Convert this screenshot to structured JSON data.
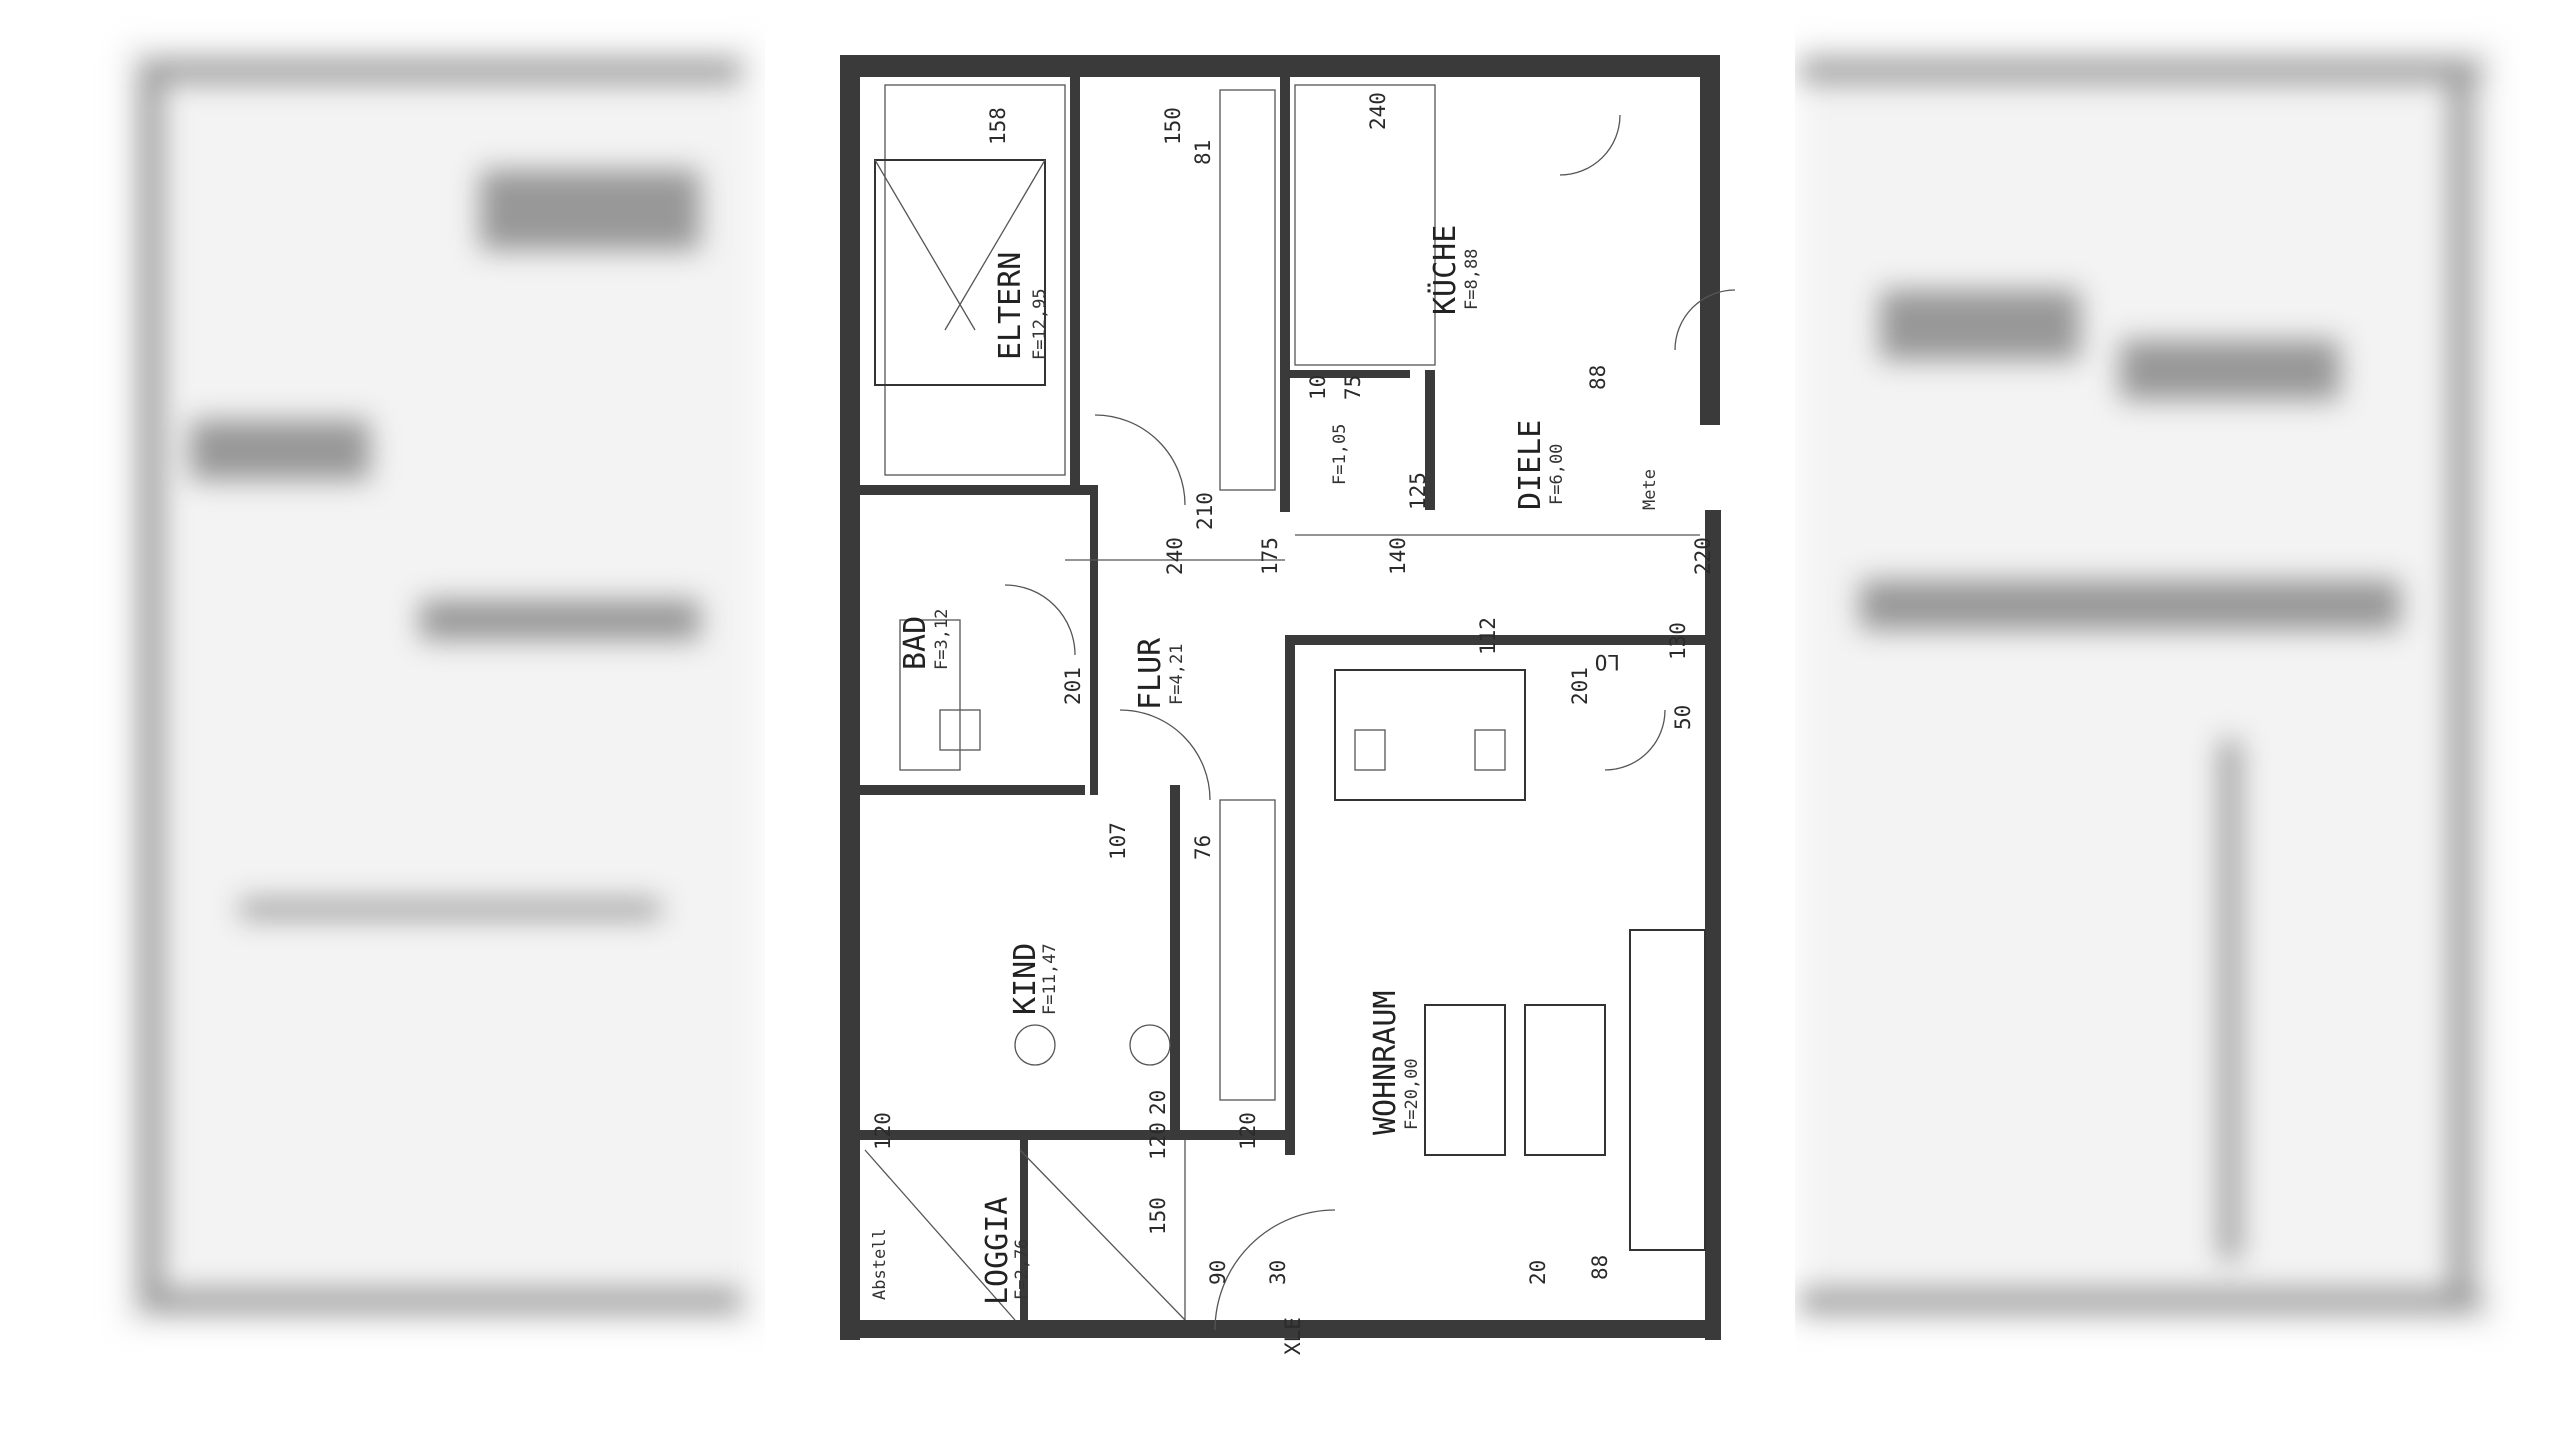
{
  "plan": {
    "rooms": [
      {
        "name": "ELTERN",
        "area": "F=12,95"
      },
      {
        "name": "KÜCHE",
        "area": "F=8,88"
      },
      {
        "name": "DIELE",
        "area": "F=6,00"
      },
      {
        "name": "FLUR",
        "area": "F=4,21"
      },
      {
        "name": "BAD",
        "area": "F=3,12"
      },
      {
        "name": "KIND",
        "area": "F=11,47"
      },
      {
        "name": "WOHNRAUM",
        "area": "F=20,00"
      },
      {
        "name": "LOGGIA",
        "area": "F=2,76"
      },
      {
        "name": "F=1,05",
        "area": ""
      }
    ],
    "dimensions": [
      "150",
      "240",
      "158",
      "81",
      "210",
      "240",
      "175",
      "140",
      "220",
      "112",
      "130",
      "201",
      "201",
      "107",
      "120",
      "120",
      "120",
      "20",
      "150",
      "20",
      "90",
      "30",
      "88",
      "50",
      "76",
      "75",
      "88",
      "125",
      "10"
    ],
    "labels": [
      "LO",
      "XLE",
      "Mete",
      "Abstell"
    ]
  }
}
